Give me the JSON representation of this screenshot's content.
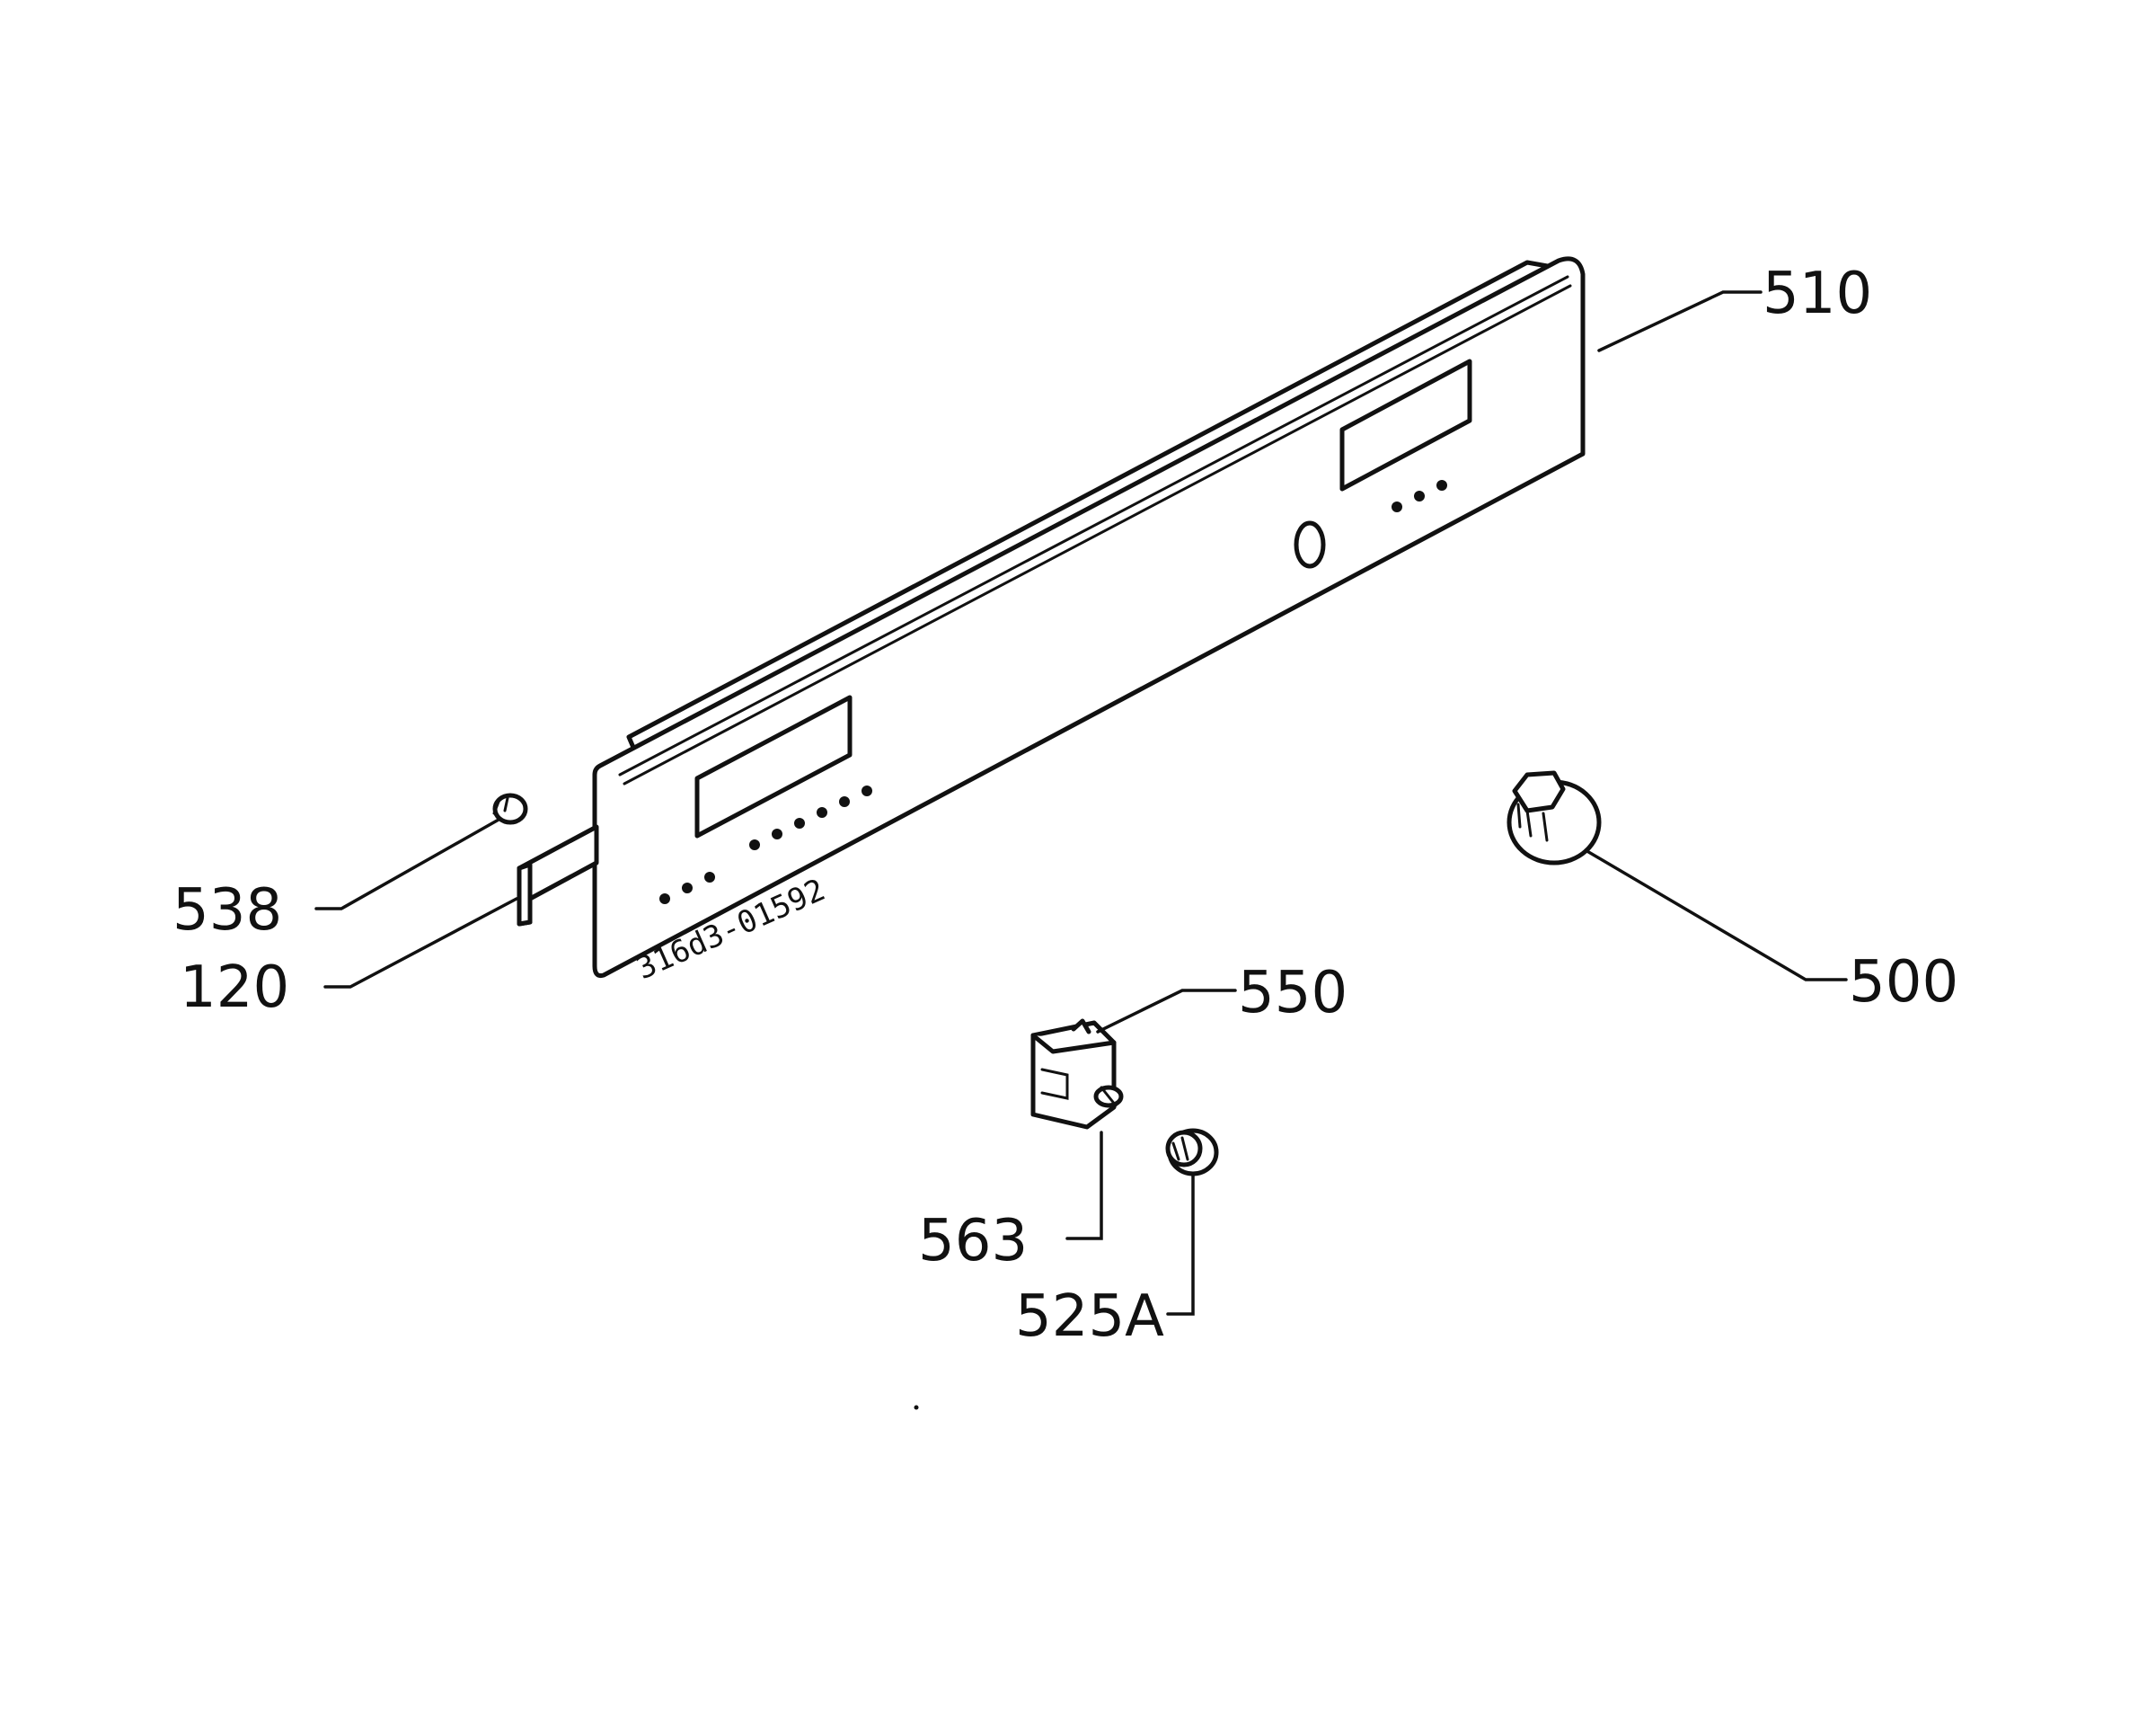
{
  "diagram": {
    "type": "exploded-parts-view",
    "panel_marking": "316d3-01592",
    "callouts": [
      {
        "id": "510",
        "label": "510",
        "part": "control-panel"
      },
      {
        "id": "538",
        "label": "538",
        "part": "small-knob"
      },
      {
        "id": "120",
        "label": "120",
        "part": "mounting-bracket"
      },
      {
        "id": "500",
        "label": "500",
        "part": "rotary-knob"
      },
      {
        "id": "550",
        "label": "550",
        "part": "switch-clip"
      },
      {
        "id": "563",
        "label": "563",
        "part": "screw"
      },
      {
        "id": "525A",
        "label": "525A",
        "part": "push-button"
      }
    ]
  },
  "colors": {
    "line": "#111111",
    "background": "#ffffff"
  }
}
